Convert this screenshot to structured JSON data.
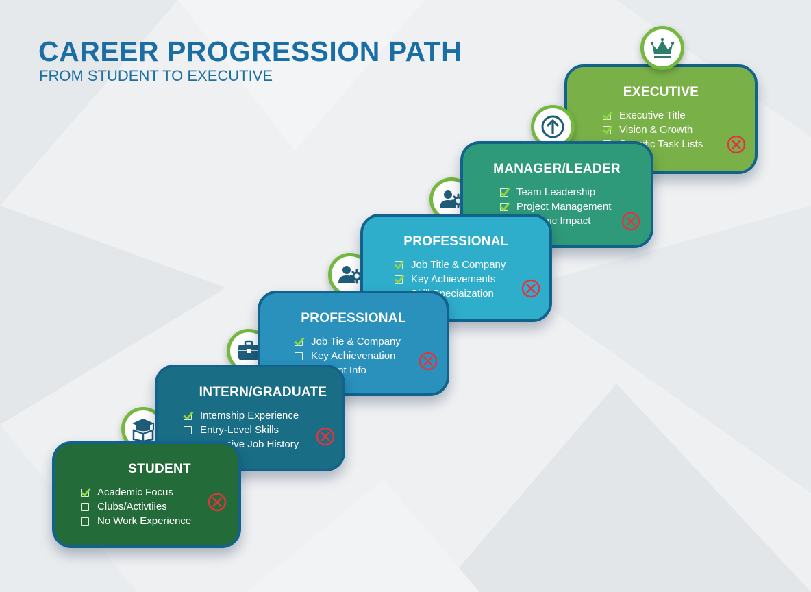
{
  "header": {
    "title": "CAREER PROGRESSION PATH",
    "subtitle": "FROM STUDENT TO EXECUTIVE"
  },
  "colors": {
    "title": "#1a6ea3",
    "badge_ring": "#74b83f",
    "check": "#8cd640",
    "x_mark": "#e0353f"
  },
  "steps": [
    {
      "title": "STUDENT",
      "icon": "graduation-cap-book-icon",
      "color": "#246b3a",
      "items": [
        {
          "label": "Academic Focus",
          "checked": true
        },
        {
          "label": "Clubs/Activtiies",
          "checked": false
        },
        {
          "label": "No Work Experience",
          "checked": false
        }
      ]
    },
    {
      "title": "INTERN/GRADUATE",
      "icon": "briefcase-icon",
      "color": "#196e86",
      "items": [
        {
          "label": "Intemship Experience",
          "checked": true
        },
        {
          "label": "Entry-Level Skills",
          "checked": false
        },
        {
          "label": "Extensive Job History",
          "checked": null
        }
      ]
    },
    {
      "title": "PROFESSIONAL",
      "icon": "user-gear-icon",
      "color": "#2a91bd",
      "items": [
        {
          "label": "Job Tie & Company",
          "checked": true
        },
        {
          "label": "Key Achievenation",
          "checked": false
        },
        {
          "label": "Student Info",
          "checked": null
        }
      ]
    },
    {
      "title": "PROFESSIONAL",
      "icon": "user-gear-icon",
      "color": "#2faecc",
      "items": [
        {
          "label": "Job Title & Company",
          "checked": true
        },
        {
          "label": "Key Achievements",
          "checked": true
        },
        {
          "label": "Skill Speciaization",
          "checked": null
        }
      ]
    },
    {
      "title": "MANAGER/LEADER",
      "icon": "arrow-up-circle-icon",
      "color": "#2f9a7a",
      "items": [
        {
          "label": "Team Leadership",
          "checked": true
        },
        {
          "label": "Project Management",
          "checked": true
        },
        {
          "label": "Strategic Impact",
          "checked": null
        }
      ]
    },
    {
      "title": "EXECUTIVE",
      "icon": "crown-icon",
      "color": "#79b148",
      "items": [
        {
          "label": "Executive Title",
          "checked": true
        },
        {
          "label": "Vision & Growth",
          "checked": true
        },
        {
          "label": "Specific Task Lists",
          "checked": false
        }
      ]
    }
  ]
}
